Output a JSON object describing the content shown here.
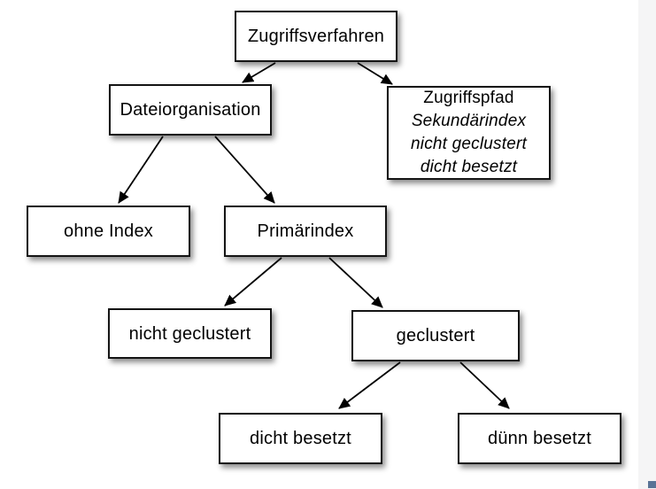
{
  "diagram": {
    "nodes": {
      "zugriffsverfahren": {
        "label": "Zugriffsverfahren"
      },
      "dateiorganisation": {
        "label": "Dateiorganisation"
      },
      "zugriffspfad": {
        "line1": "Zugriffspfad",
        "line2": "Sekundärindex",
        "line3": "nicht geclustert",
        "line4": "dicht besetzt"
      },
      "ohne_index": {
        "label": "ohne Index"
      },
      "primaerindex": {
        "label": "Primärindex"
      },
      "nicht_geclustert": {
        "label": "nicht geclustert"
      },
      "geclustert": {
        "label": "geclustert"
      },
      "dicht_besetzt": {
        "label": "dicht besetzt"
      },
      "duenn_besetzt": {
        "label": "dünn besetzt"
      }
    },
    "edges": [
      {
        "from": "Zugriffsverfahren",
        "to": "Dateiorganisation"
      },
      {
        "from": "Zugriffsverfahren",
        "to": "Zugriffspfad"
      },
      {
        "from": "Dateiorganisation",
        "to": "ohne Index"
      },
      {
        "from": "Dateiorganisation",
        "to": "Primärindex"
      },
      {
        "from": "Primärindex",
        "to": "nicht geclustert"
      },
      {
        "from": "Primärindex",
        "to": "geclustert"
      },
      {
        "from": "geclustert",
        "to": "dicht besetzt"
      },
      {
        "from": "geclustert",
        "to": "dünn besetzt"
      }
    ],
    "colors": {
      "background": "#ffffff",
      "box_fill": "#ffffff",
      "box_border": "#141414",
      "text": "#000000",
      "arrow": "#000000",
      "window_edge": "#f5f5f6"
    }
  }
}
